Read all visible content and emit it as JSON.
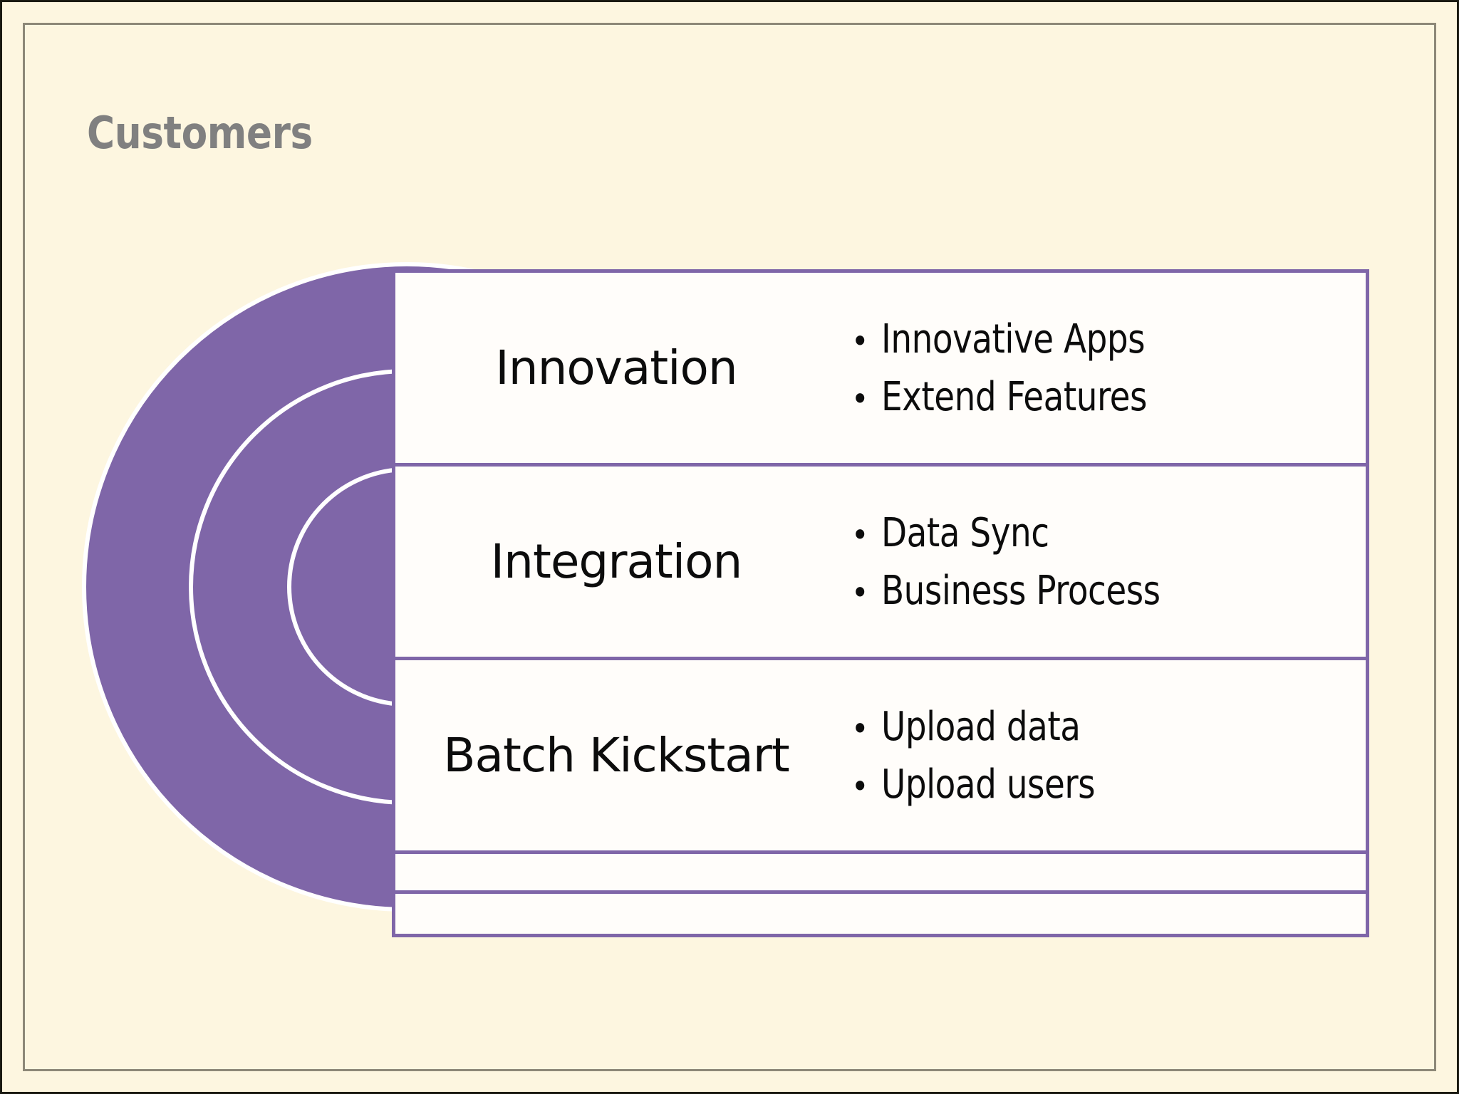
{
  "slide": {
    "title": "Customers",
    "background_color": "#FDF6E0",
    "frame_color": "#8d8878",
    "accent_color": "#7F66A8"
  },
  "diagram": {
    "type": "nested-semicircle-matrix",
    "rings": [
      {
        "name": "outer-ring",
        "label": "Innovation"
      },
      {
        "name": "middle-ring",
        "label": "Integration"
      },
      {
        "name": "inner-ring",
        "label": "Batch Kickstart"
      }
    ],
    "rows": [
      {
        "label": "Innovation",
        "bullets": [
          "Innovative Apps",
          "Extend Features"
        ]
      },
      {
        "label": "Integration",
        "bullets": [
          "Data Sync",
          "Business Process"
        ]
      },
      {
        "label": "Batch Kickstart",
        "bullets": [
          "Upload data",
          "Upload users"
        ]
      }
    ],
    "empty_rows": 2,
    "bullet_glyph": "•"
  }
}
